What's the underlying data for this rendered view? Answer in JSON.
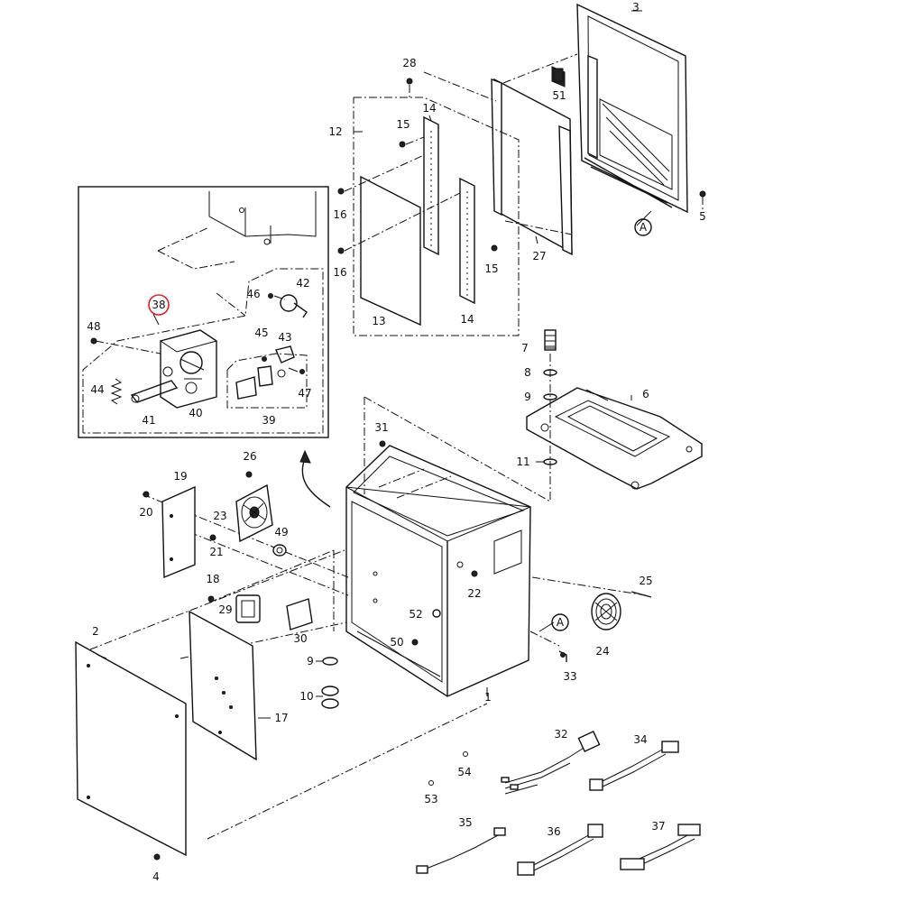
{
  "callouts": {
    "c1": "1",
    "c2": "2",
    "c3": "3",
    "c4": "4",
    "c5": "5",
    "c6": "6",
    "c7": "7",
    "c8": "8",
    "c9a": "9",
    "c9b": "9",
    "c10": "10",
    "c11": "11",
    "c12": "12",
    "c13": "13",
    "c14a": "14",
    "c14b": "14",
    "c15a": "15",
    "c15b": "15",
    "c16a": "16",
    "c16b": "16",
    "c17": "17",
    "c18": "18",
    "c19": "19",
    "c20": "20",
    "c21": "21",
    "c22": "22",
    "c23": "23",
    "c24": "24",
    "c25": "25",
    "c26": "26",
    "c27": "27",
    "c28": "28",
    "c29": "29",
    "c30": "30",
    "c31": "31",
    "c32": "32",
    "c33": "33",
    "c34": "34",
    "c35": "35",
    "c36": "36",
    "c37": "37",
    "c38": "38",
    "c39": "39",
    "c40": "40",
    "c41": "41",
    "c42": "42",
    "c43": "43",
    "c44": "44",
    "c45": "45",
    "c46": "46",
    "c47": "47",
    "c48": "48",
    "c49": "49",
    "c50": "50",
    "c51": "51",
    "c52": "52",
    "c53": "53",
    "c54": "54"
  },
  "refs": {
    "a1": "A",
    "a2": "A"
  },
  "colors": {
    "line": "#111111",
    "highlight": "#e02020",
    "panel_fill": "#ffffff"
  }
}
